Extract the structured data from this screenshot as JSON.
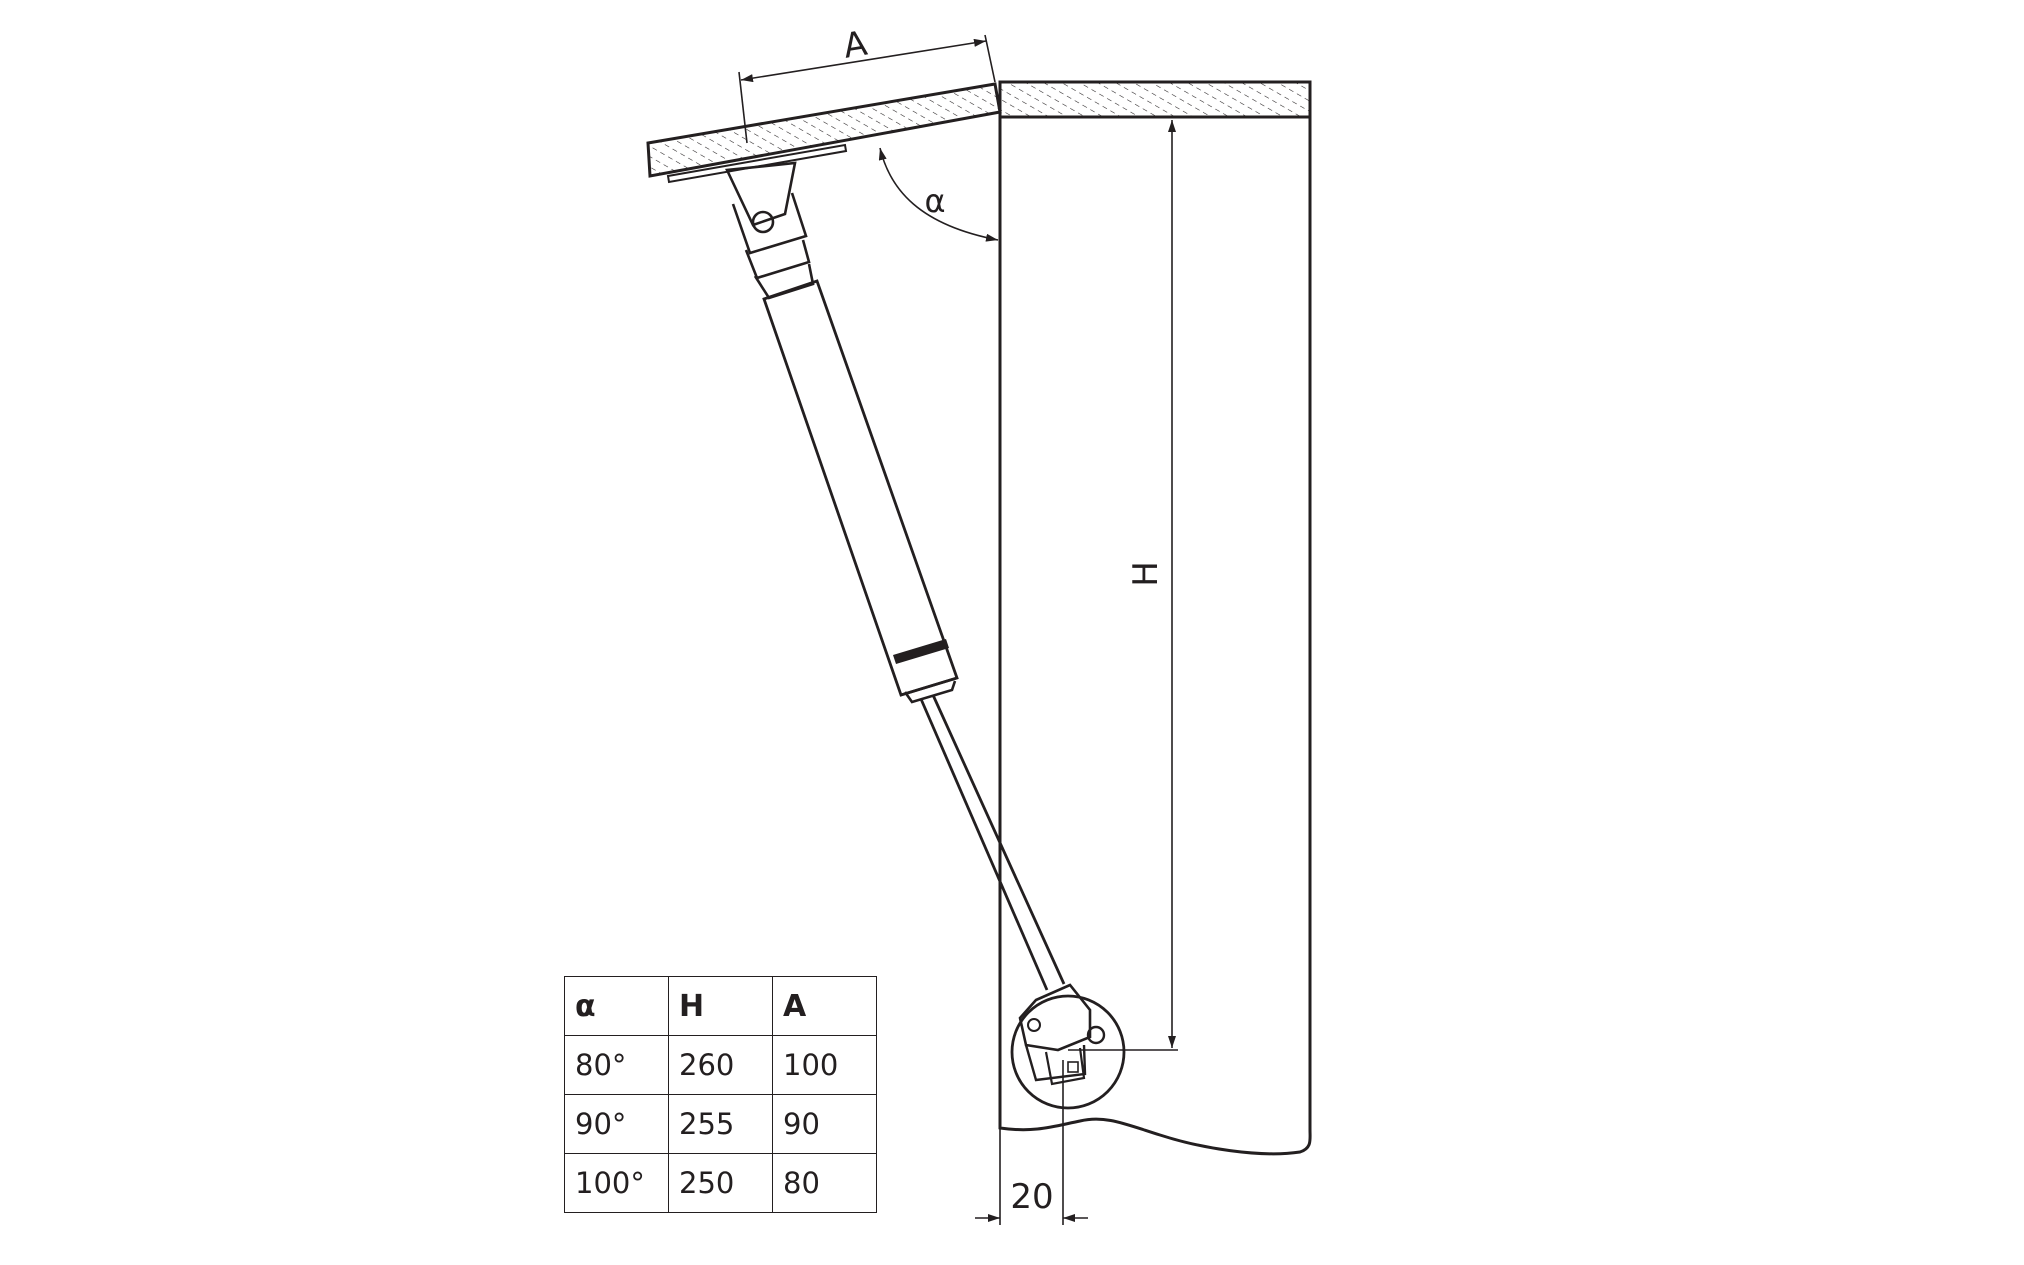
{
  "drawing": {
    "label_A": "A",
    "label_alpha": "α",
    "label_H": "H",
    "label_20": "20"
  },
  "table": {
    "headers": [
      "α",
      "H",
      "A"
    ],
    "rows": [
      [
        "80°",
        "260",
        "100"
      ],
      [
        "90°",
        "255",
        "90"
      ],
      [
        "100°",
        "250",
        "80"
      ]
    ]
  },
  "colors": {
    "line": "#231f20",
    "background": "#ffffff"
  }
}
